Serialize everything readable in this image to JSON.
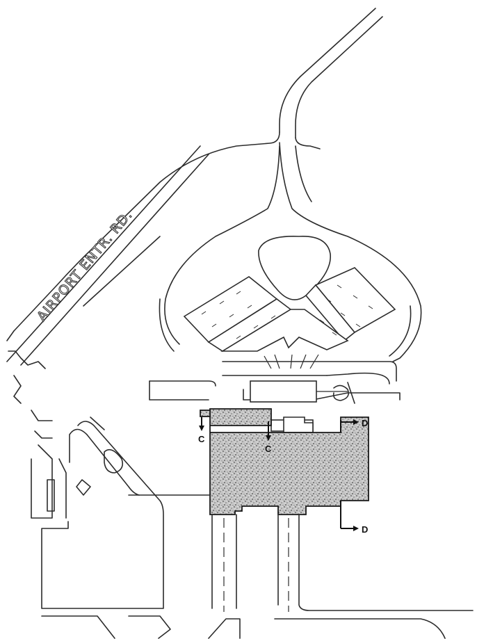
{
  "road_label": "AIRPORT ENTR. RD.",
  "section_markers": {
    "c_left": "C",
    "c_right": "C",
    "d_top": "D",
    "d_bottom": "D"
  },
  "colors": {
    "ink": "#2b2b2b",
    "stipple_base": "#c9c9c9",
    "background": "#ffffff"
  }
}
